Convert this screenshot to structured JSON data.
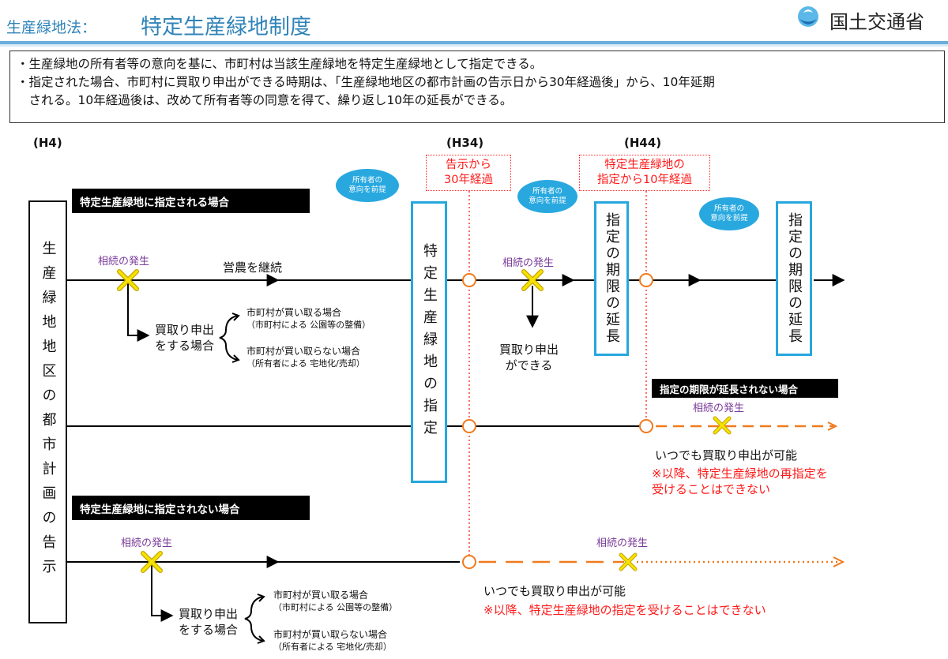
{
  "header": {
    "subtitle": "生産緑地法：",
    "title": "特定生産緑地制度",
    "ministry": "国土交通省"
  },
  "summary": {
    "line1": "・生産緑地の所有者等の意向を基に、市町村は当該生産緑地を特定生産緑地として指定できる。",
    "line2": "・指定された場合、市町村に買取り申出ができる時期は、「生産緑地地区の都市計画の告示日から30年経過後」から、10年延期",
    "line3": "　される。10年経過後は、改めて所有者等の同意を得て、繰り返し10年の延長ができる。"
  },
  "timeline": {
    "h4": "(H4)",
    "h34": "(H34)",
    "h44": "(H44)",
    "notice_30": "告示から\n30年経過",
    "designation_10": "特定生産緑地の\n指定から10年経過"
  },
  "boxes": {
    "left_vertical": "生産緑地地区の都市計画の告示",
    "designation": "特定生産緑地の指定",
    "extension1": "指定の期限の延長",
    "extension2": "指定の期限の延長"
  },
  "bubbles": {
    "b1": "所有者の\n意向を前提",
    "b2": "所有者の\n意向を前提",
    "b3": "所有者の\n意向を前提"
  },
  "sections": {
    "designated": "特定生産緑地に指定される場合",
    "not_extended": "指定の期限が延長されない場合",
    "not_designated": "特定生産緑地に指定されない場合"
  },
  "labels": {
    "inheritance": "相続の発生",
    "continue_farming": "営農を継続",
    "request_case": "買取り申出\nをする場合",
    "muni_buys": "市町村が買い取る場合",
    "muni_buys_sub": "（市町村による 公園等の整備）",
    "muni_not_buy": "市町村が買い取らない場合",
    "muni_not_buy_sub": "（所有者による 宅地化/売却）",
    "can_request": "買取り申出\nができる",
    "anytime": "いつでも買取り申出が可能",
    "no_redesignate": "※以降、特定生産緑地の再指定を\n受けることはできない",
    "no_designate": "※以降、特定生産緑地の指定を受けることはできない"
  },
  "colors": {
    "title": "#2f83b8",
    "cyan": "#27a7dd",
    "orange": "#f07a1e",
    "red": "#ff1a1a",
    "purple": "#7a3b9a",
    "cross_fill": "#f4e400"
  }
}
